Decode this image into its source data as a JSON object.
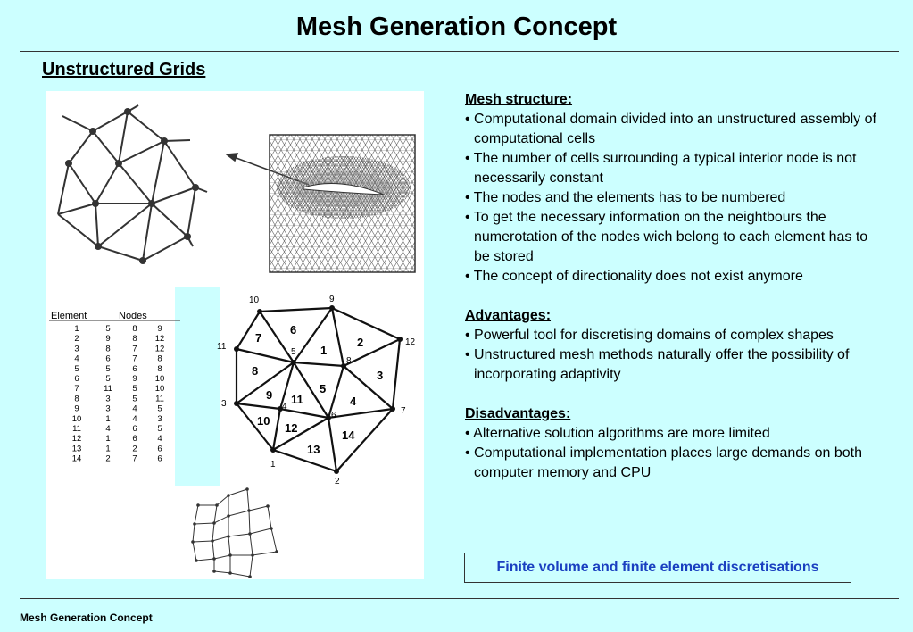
{
  "title": "Mesh Generation Concept",
  "subtitle": "Unstructured Grids",
  "table": {
    "header_element": "Element",
    "header_nodes": "Nodes",
    "rows": [
      [
        "1",
        "5",
        "8",
        "9"
      ],
      [
        "2",
        "9",
        "8",
        "12"
      ],
      [
        "3",
        "8",
        "7",
        "12"
      ],
      [
        "4",
        "6",
        "7",
        "8"
      ],
      [
        "5",
        "5",
        "6",
        "8"
      ],
      [
        "6",
        "5",
        "9",
        "10"
      ],
      [
        "7",
        "11",
        "5",
        "10"
      ],
      [
        "8",
        "3",
        "5",
        "11"
      ],
      [
        "9",
        "3",
        "4",
        "5"
      ],
      [
        "10",
        "1",
        "4",
        "3"
      ],
      [
        "11",
        "4",
        "6",
        "5"
      ],
      [
        "12",
        "1",
        "6",
        "4"
      ],
      [
        "13",
        "1",
        "2",
        "6"
      ],
      [
        "14",
        "2",
        "7",
        "6"
      ]
    ]
  },
  "mesh_labels": {
    "elements": [
      "1",
      "2",
      "3",
      "4",
      "5",
      "6",
      "7",
      "8",
      "9",
      "10",
      "11",
      "12",
      "13",
      "14"
    ],
    "nodes": [
      "1",
      "2",
      "3",
      "4",
      "5",
      "6",
      "7",
      "8",
      "9",
      "10",
      "11",
      "12"
    ]
  },
  "mesh_structure": {
    "heading": "Mesh structure:",
    "bullets": [
      "• Computational domain divided into an unstructured assembly of computational cells",
      "• The number of cells surrounding a typical interior node is not necessarily constant",
      "• The nodes and the elements has to be numbered",
      "• To get  the necessary information on the neightbours the numerotation  of the nodes wich belong to each element has to be stored",
      "• The concept of directionality does not exist anymore"
    ]
  },
  "advantages": {
    "heading": "Advantages:",
    "bullets": [
      "• Powerful  tool for discretising domains of complex shapes",
      "• Unstructured mesh methods naturally offer the  possibility of incorporating adaptivity"
    ]
  },
  "disadvantages": {
    "heading": "Disadvantages:",
    "bullets": [
      "• Alternative solution algorithms are more limited",
      "• Computational implementation places large demands on both computer memory and CPU"
    ]
  },
  "callout": "Finite volume and finite element discretisations",
  "footer": "Mesh Generation Concept"
}
